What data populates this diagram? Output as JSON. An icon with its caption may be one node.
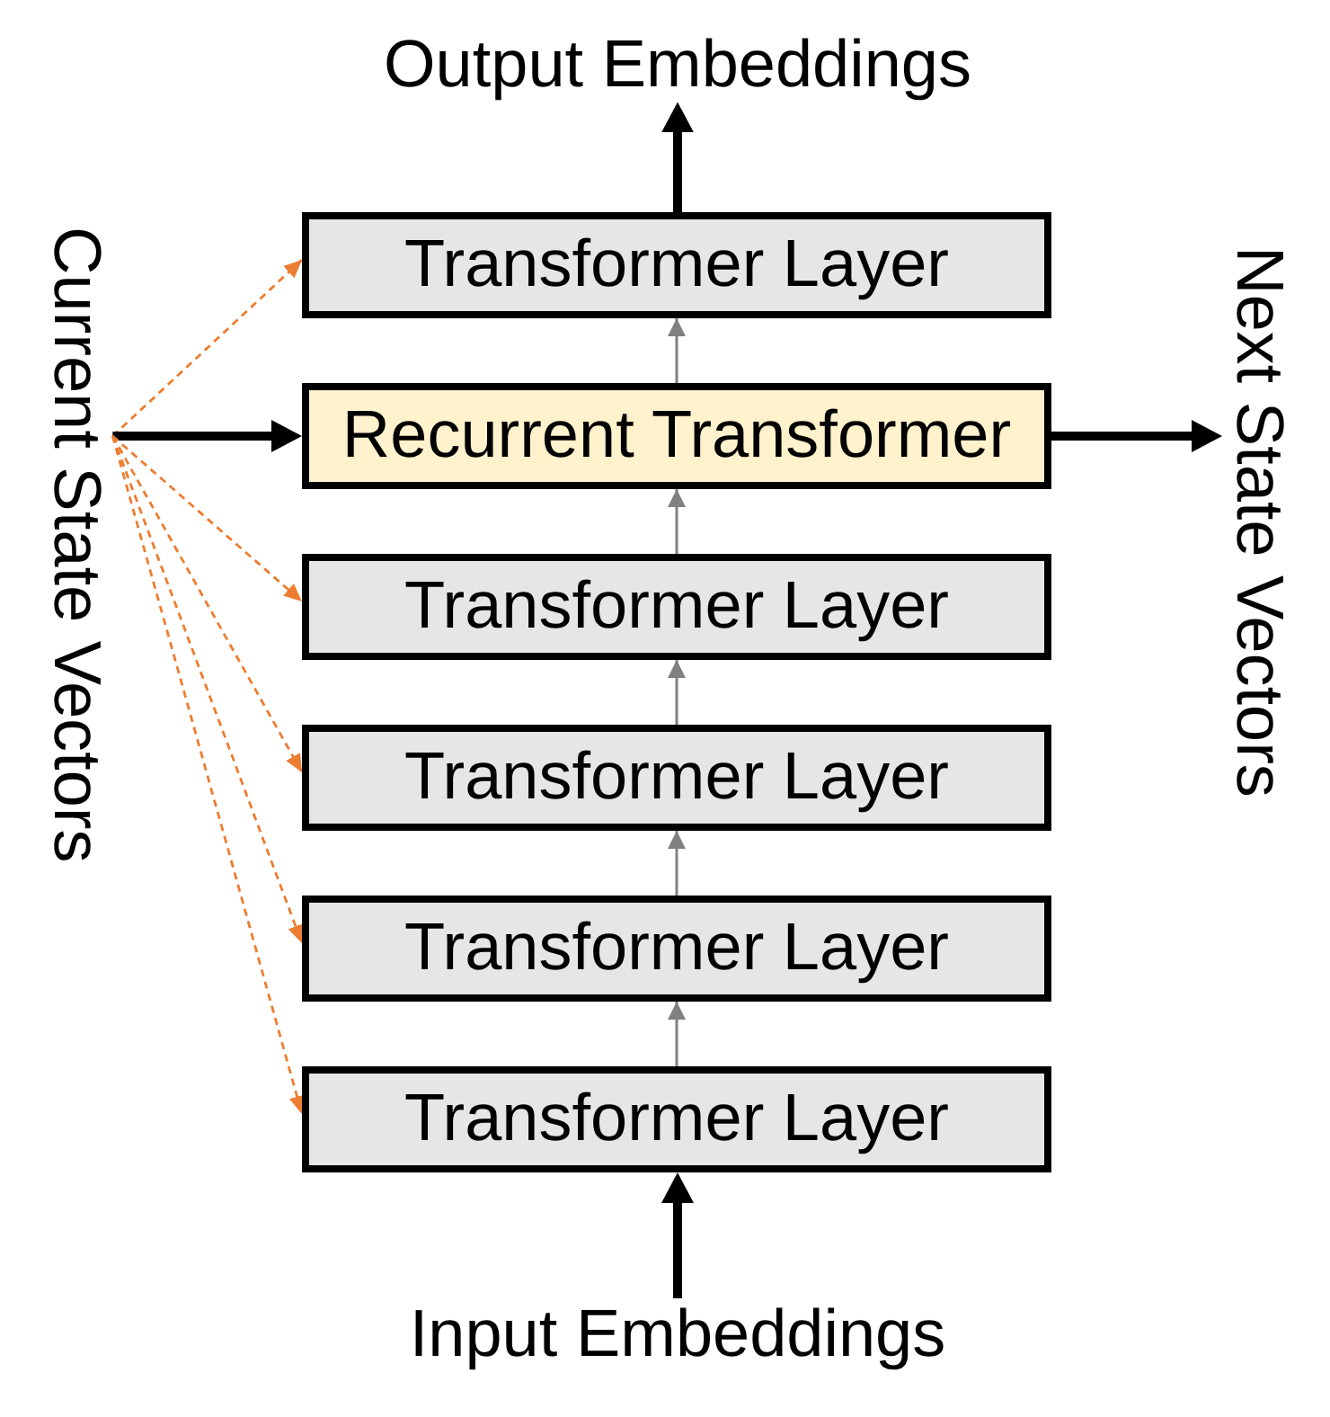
{
  "diagram": {
    "nodes": [
      {
        "text": [
          "Output Embeddings"
        ]
      },
      {
        "text": [
          "Current State Vectors"
        ]
      },
      {
        "text": [
          "Transformer Layer"
        ]
      },
      {
        "text": [
          "Recurrent Transformer"
        ]
      },
      {
        "text": [
          "Next State Vectors"
        ]
      },
      {
        "text": [
          "Transformer Layer"
        ]
      },
      {
        "text": [
          "Transformer Layer"
        ]
      },
      {
        "text": [
          "Transformer Layer"
        ]
      },
      {
        "text": [
          "Transformer Layer"
        ]
      },
      {
        "text": [
          "Input Embeddings"
        ]
      }
    ],
    "edges": [
      {
        "from": 2,
        "to": 0,
        "arrow": "to",
        "style": "thick",
        "color": "#000000"
      },
      {
        "from": 1,
        "to": 2,
        "arrow": "to",
        "style": "dashed",
        "color": "#ed7d31"
      },
      {
        "from": 3,
        "to": 2,
        "arrow": "to",
        "color": "#808080"
      },
      {
        "from": 1,
        "to": 3,
        "arrow": "to",
        "style": "thick",
        "color": "#000000"
      },
      {
        "from": 3,
        "to": 4,
        "arrow": "to",
        "style": "thick",
        "color": "#000000"
      },
      {
        "from": 5,
        "to": 3,
        "arrow": "to",
        "color": "#808080"
      },
      {
        "from": 1,
        "to": 5,
        "arrow": "to",
        "style": "dashed",
        "color": "#ed7d31"
      },
      {
        "from": 6,
        "to": 5,
        "arrow": "to",
        "color": "#808080"
      },
      {
        "from": 1,
        "to": 6,
        "arrow": "to",
        "style": "dashed",
        "color": "#ed7d31"
      },
      {
        "from": 7,
        "to": 6,
        "arrow": "to",
        "color": "#808080"
      },
      {
        "from": 1,
        "to": 7,
        "arrow": "to",
        "style": "dashed",
        "color": "#ed7d31"
      },
      {
        "from": 8,
        "to": 7,
        "arrow": "to",
        "color": "#808080"
      },
      {
        "from": 1,
        "to": 8,
        "arrow": "to",
        "style": "dashed",
        "color": "#ed7d31"
      },
      {
        "from": 9,
        "to": 8,
        "arrow": "to",
        "style": "thick",
        "color": "#000000"
      }
    ]
  }
}
